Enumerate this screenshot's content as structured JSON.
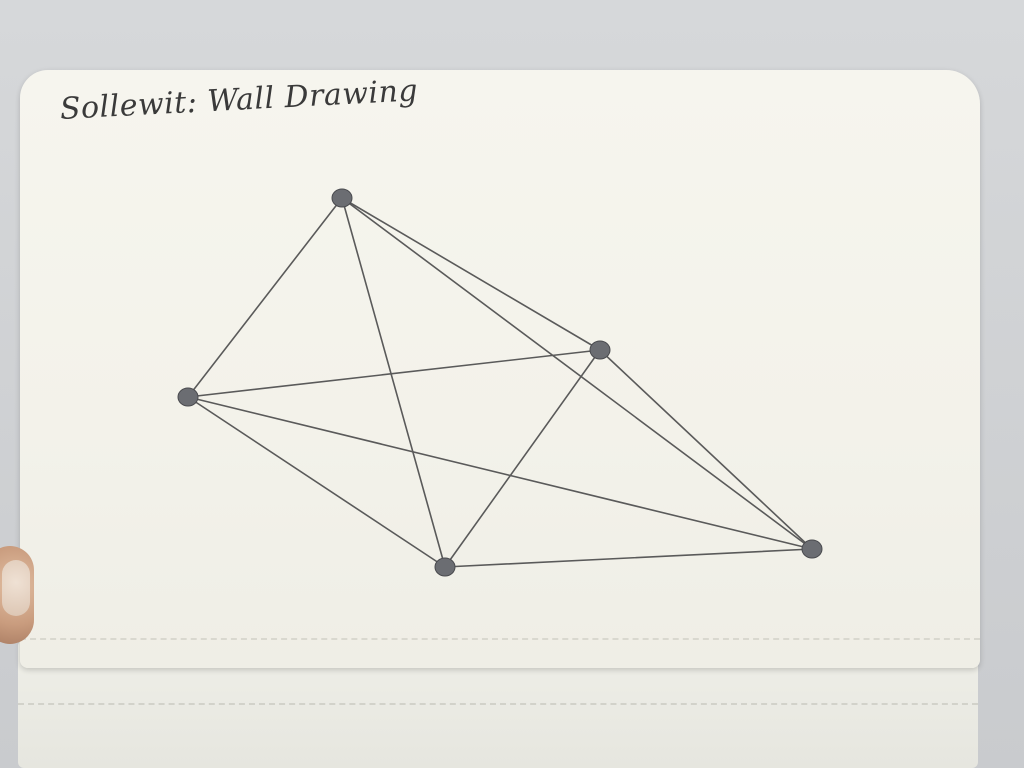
{
  "photo": {
    "subject": "notebook-sketch"
  },
  "page": {
    "title": "Sollewit: Wall Drawing"
  },
  "drawing": {
    "points": [
      {
        "id": "a"
      },
      {
        "id": "b"
      },
      {
        "id": "c"
      },
      {
        "id": "d"
      },
      {
        "id": "e"
      }
    ]
  }
}
